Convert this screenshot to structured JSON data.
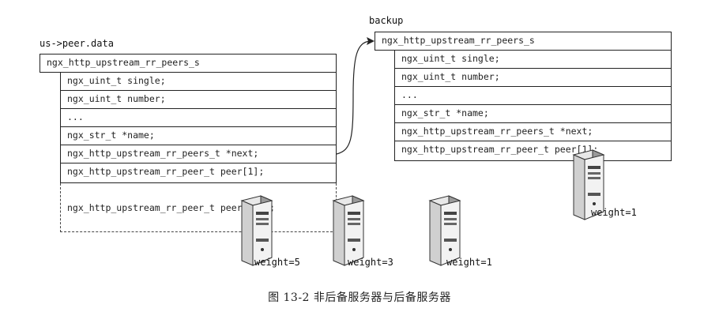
{
  "left": {
    "label": "us->peer.data",
    "header": "ngx_http_upstream_rr_peers_s",
    "fields": [
      "ngx_uint_t single;",
      "ngx_uint_t number;",
      "...",
      "ngx_str_t *name;",
      "ngx_http_upstream_rr_peers_t *next;",
      "ngx_http_upstream_rr_peer_t peer[1];"
    ],
    "extra_field": "ngx_http_upstream_rr_peer_t peer[n-1];"
  },
  "right": {
    "label": "backup",
    "header": "ngx_http_upstream_rr_peers_s",
    "fields": [
      "ngx_uint_t single;",
      "ngx_uint_t number;",
      "...",
      "ngx_str_t *name;",
      "ngx_http_upstream_rr_peers_t *next;",
      "ngx_http_upstream_rr_peer_t peer[1];"
    ]
  },
  "servers": [
    {
      "weight_label": "weight=5"
    },
    {
      "weight_label": "weight=3"
    },
    {
      "weight_label": "weight=1"
    },
    {
      "weight_label": "weight=1"
    }
  ],
  "caption": "图 13-2    非后备服务器与后备服务器",
  "icons": {
    "server": "server-tower-icon",
    "arrow": "pointer-arrow"
  }
}
